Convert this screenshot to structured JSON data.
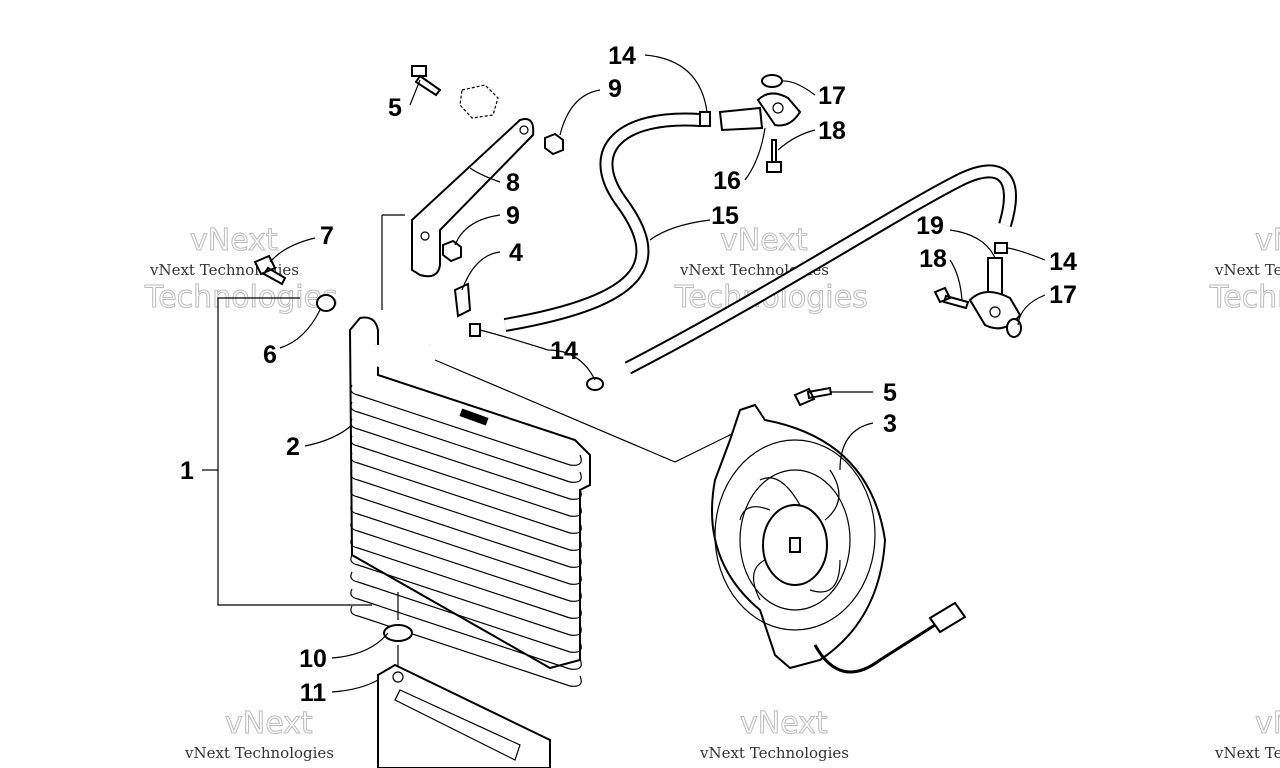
{
  "diagram": {
    "title": "Oil cooler and fan assembly",
    "watermark": {
      "line1": "vNext",
      "line2": "Technologies",
      "caption": "vNext Technologies"
    },
    "callouts": [
      {
        "id": "c14a",
        "label": "14"
      },
      {
        "id": "c17a",
        "label": "17"
      },
      {
        "id": "c9a",
        "label": "9"
      },
      {
        "id": "c5a",
        "label": "5"
      },
      {
        "id": "c18a",
        "label": "18"
      },
      {
        "id": "c8",
        "label": "8"
      },
      {
        "id": "c16",
        "label": "16"
      },
      {
        "id": "c9b",
        "label": "9"
      },
      {
        "id": "c15",
        "label": "15"
      },
      {
        "id": "c7",
        "label": "7"
      },
      {
        "id": "c4",
        "label": "4"
      },
      {
        "id": "c19",
        "label": "19"
      },
      {
        "id": "c18b",
        "label": "18"
      },
      {
        "id": "c14b",
        "label": "14"
      },
      {
        "id": "c17b",
        "label": "17"
      },
      {
        "id": "c6",
        "label": "6"
      },
      {
        "id": "c14c",
        "label": "14"
      },
      {
        "id": "c5b",
        "label": "5"
      },
      {
        "id": "c3",
        "label": "3"
      },
      {
        "id": "c2",
        "label": "2"
      },
      {
        "id": "c1",
        "label": "1"
      },
      {
        "id": "c10",
        "label": "10"
      },
      {
        "id": "c11",
        "label": "11"
      }
    ]
  }
}
